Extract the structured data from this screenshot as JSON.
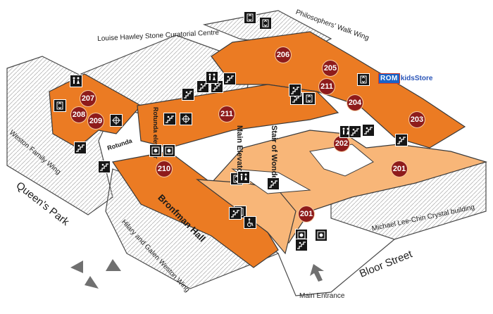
{
  "colors": {
    "main_floor": "#eb7b23",
    "light_floor": "#f8b678",
    "room_badge": "#8e1b1b",
    "outline": "#3a3a3a",
    "kidsstore_blue": "#1a63c9"
  },
  "labels": {
    "curatorial": "Louise Hawley Stone Curatorial Centre",
    "philosophers": "Philosophers' Walk Wing",
    "weston_family": "Weston Family Wing",
    "rotunda": "Rotunda",
    "rotunda_elevator": "Rotunda elevator",
    "bronfman": "Bronfman Hall",
    "main_elevators": "Main Elevators",
    "stair": "Stair of Wonders",
    "queens_park": "Queen's Park",
    "hilary": "Hilary and Galen Weston Wing",
    "crystal": "Michael Lee-Chin Crystal building",
    "main_entrance": "Main Entrance",
    "bloor": "Bloor Street"
  },
  "kids_store": {
    "rom": "ROM",
    "kids": "kidsStore"
  },
  "rooms": [
    {
      "label": "207"
    },
    {
      "label": "208"
    },
    {
      "label": "209"
    },
    {
      "label": "210"
    },
    {
      "label": "211"
    },
    {
      "label": "206"
    },
    {
      "label": "205"
    },
    {
      "label": "211"
    },
    {
      "label": "204"
    },
    {
      "label": "203"
    },
    {
      "label": "202"
    },
    {
      "label": "201"
    },
    {
      "label": "201"
    }
  ],
  "icons": [
    "elevator-icon",
    "restroom-icon",
    "stairs-icon",
    "stairs-icon",
    "stairs-icon",
    "stairs-icon",
    "stairs-icon",
    "stairs-icon",
    "restroom-icon",
    "elevator-icon",
    "stairs-icon",
    "exhibit-icon",
    "exhibit-icon",
    "gallery-icon",
    "gallery-icon",
    "elevator-icon",
    "restroom-icon",
    "stairs-icon",
    "elevator-icon",
    "accessible-icon",
    "stairs-icon",
    "stairs-icon",
    "elevator-icon",
    "stairs-icon",
    "restroom-icon",
    "stairs-icon",
    "stairs-icon",
    "stairs-icon",
    "elevator-icon",
    "elevator-icon",
    "gallery-icon",
    "gallery-icon",
    "stairs-icon"
  ]
}
